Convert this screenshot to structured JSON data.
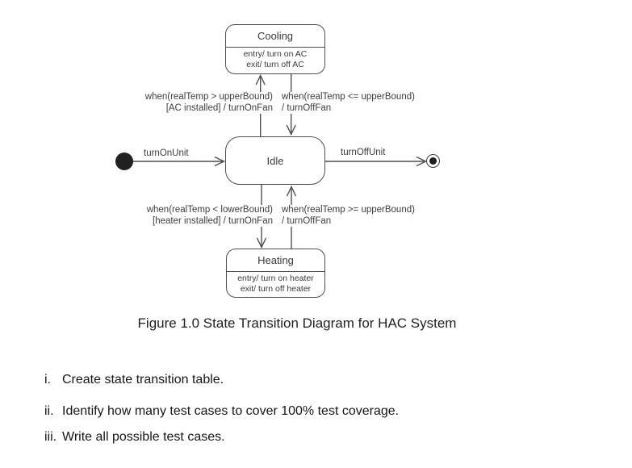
{
  "diagram": {
    "states": {
      "cooling": {
        "title": "Cooling",
        "entry": "entry/ turn on AC",
        "exit": "exit/ turn off AC"
      },
      "idle": {
        "title": "Idle"
      },
      "heating": {
        "title": "Heating",
        "entry": "entry/ turn on heater",
        "exit": "exit/ turn off heater"
      }
    },
    "transitions": {
      "turn_on_unit": "turnOnUnit",
      "turn_off_unit": "turnOffUnit",
      "idle_to_cooling": {
        "line1": "when(realTemp > upperBound)",
        "line2": "[AC installed] / turnOnFan"
      },
      "cooling_to_idle": {
        "line1": "when(realTemp <= upperBound)",
        "line2": "/ turnOffFan"
      },
      "idle_to_heating": {
        "line1": "when(realTemp < lowerBound)",
        "line2": "[heater installed] / turnOnFan"
      },
      "heating_to_idle": {
        "line1": "when(realTemp >= upperBound)",
        "line2": "/ turnOffFan"
      }
    }
  },
  "caption": "Figure 1.0 State Transition Diagram for HAC System",
  "tasks": [
    {
      "marker": "i.",
      "text": "Create state transition table."
    },
    {
      "marker": "ii.",
      "text": "Identify how many test cases to cover 100% test coverage."
    },
    {
      "marker": "iii.",
      "text": "Write all possible test cases."
    }
  ],
  "colors": {
    "stroke": "#4f4f4f",
    "diagram_text": "#3d3d3d",
    "body_text": "#161616",
    "background": "#ffffff"
  }
}
